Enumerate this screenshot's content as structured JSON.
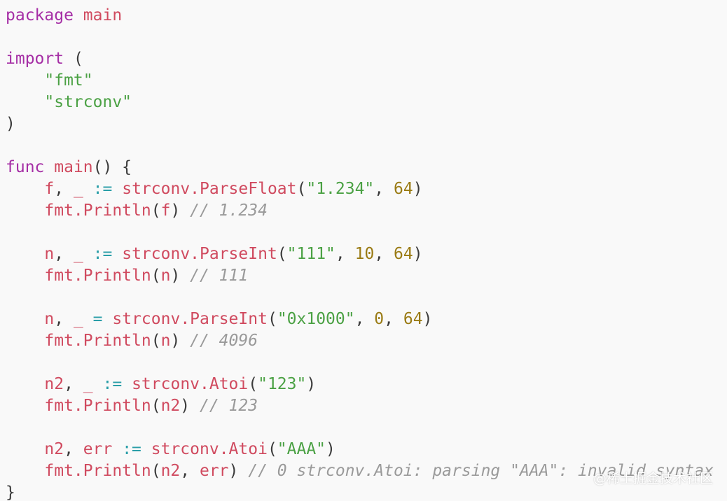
{
  "colors": {
    "background": "#f9f9f9",
    "keyword": "#a52ea5",
    "identifier": "#d04a5f",
    "string": "#4ba144",
    "number": "#9a7b14",
    "comment": "#9a9a9a",
    "operator": "#2a9ea8",
    "punctuation": "#3b3b3b"
  },
  "code": {
    "lines": [
      [
        {
          "t": "keyword",
          "v": "package"
        },
        {
          "t": "punct",
          "v": " "
        },
        {
          "t": "ident",
          "v": "main"
        }
      ],
      [],
      [
        {
          "t": "keyword",
          "v": "import"
        },
        {
          "t": "punct",
          "v": " ("
        }
      ],
      [
        {
          "t": "punct",
          "v": "    "
        },
        {
          "t": "string",
          "v": "\"fmt\""
        }
      ],
      [
        {
          "t": "punct",
          "v": "    "
        },
        {
          "t": "string",
          "v": "\"strconv\""
        }
      ],
      [
        {
          "t": "punct",
          "v": ")"
        }
      ],
      [],
      [
        {
          "t": "keyword",
          "v": "func"
        },
        {
          "t": "punct",
          "v": " "
        },
        {
          "t": "ident",
          "v": "main"
        },
        {
          "t": "punct",
          "v": "() {"
        }
      ],
      [
        {
          "t": "punct",
          "v": "    "
        },
        {
          "t": "ident",
          "v": "f"
        },
        {
          "t": "punct",
          "v": ", "
        },
        {
          "t": "ident",
          "v": "_"
        },
        {
          "t": "punct",
          "v": " "
        },
        {
          "t": "op",
          "v": ":="
        },
        {
          "t": "punct",
          "v": " "
        },
        {
          "t": "ident",
          "v": "strconv.ParseFloat"
        },
        {
          "t": "punct",
          "v": "("
        },
        {
          "t": "string",
          "v": "\"1.234\""
        },
        {
          "t": "punct",
          "v": ", "
        },
        {
          "t": "number",
          "v": "64"
        },
        {
          "t": "punct",
          "v": ")"
        }
      ],
      [
        {
          "t": "punct",
          "v": "    "
        },
        {
          "t": "ident",
          "v": "fmt.Println"
        },
        {
          "t": "punct",
          "v": "("
        },
        {
          "t": "ident",
          "v": "f"
        },
        {
          "t": "punct",
          "v": ") "
        },
        {
          "t": "comment",
          "v": "// 1.234"
        }
      ],
      [],
      [
        {
          "t": "punct",
          "v": "    "
        },
        {
          "t": "ident",
          "v": "n"
        },
        {
          "t": "punct",
          "v": ", "
        },
        {
          "t": "ident",
          "v": "_"
        },
        {
          "t": "punct",
          "v": " "
        },
        {
          "t": "op",
          "v": ":="
        },
        {
          "t": "punct",
          "v": " "
        },
        {
          "t": "ident",
          "v": "strconv.ParseInt"
        },
        {
          "t": "punct",
          "v": "("
        },
        {
          "t": "string",
          "v": "\"111\""
        },
        {
          "t": "punct",
          "v": ", "
        },
        {
          "t": "number",
          "v": "10"
        },
        {
          "t": "punct",
          "v": ", "
        },
        {
          "t": "number",
          "v": "64"
        },
        {
          "t": "punct",
          "v": ")"
        }
      ],
      [
        {
          "t": "punct",
          "v": "    "
        },
        {
          "t": "ident",
          "v": "fmt.Println"
        },
        {
          "t": "punct",
          "v": "("
        },
        {
          "t": "ident",
          "v": "n"
        },
        {
          "t": "punct",
          "v": ") "
        },
        {
          "t": "comment",
          "v": "// 111"
        }
      ],
      [],
      [
        {
          "t": "punct",
          "v": "    "
        },
        {
          "t": "ident",
          "v": "n"
        },
        {
          "t": "punct",
          "v": ", "
        },
        {
          "t": "ident",
          "v": "_"
        },
        {
          "t": "punct",
          "v": " "
        },
        {
          "t": "op",
          "v": "="
        },
        {
          "t": "punct",
          "v": " "
        },
        {
          "t": "ident",
          "v": "strconv.ParseInt"
        },
        {
          "t": "punct",
          "v": "("
        },
        {
          "t": "string",
          "v": "\"0x1000\""
        },
        {
          "t": "punct",
          "v": ", "
        },
        {
          "t": "number",
          "v": "0"
        },
        {
          "t": "punct",
          "v": ", "
        },
        {
          "t": "number",
          "v": "64"
        },
        {
          "t": "punct",
          "v": ")"
        }
      ],
      [
        {
          "t": "punct",
          "v": "    "
        },
        {
          "t": "ident",
          "v": "fmt.Println"
        },
        {
          "t": "punct",
          "v": "("
        },
        {
          "t": "ident",
          "v": "n"
        },
        {
          "t": "punct",
          "v": ") "
        },
        {
          "t": "comment",
          "v": "// 4096"
        }
      ],
      [],
      [
        {
          "t": "punct",
          "v": "    "
        },
        {
          "t": "ident",
          "v": "n2"
        },
        {
          "t": "punct",
          "v": ", "
        },
        {
          "t": "ident",
          "v": "_"
        },
        {
          "t": "punct",
          "v": " "
        },
        {
          "t": "op",
          "v": ":="
        },
        {
          "t": "punct",
          "v": " "
        },
        {
          "t": "ident",
          "v": "strconv.Atoi"
        },
        {
          "t": "punct",
          "v": "("
        },
        {
          "t": "string",
          "v": "\"123\""
        },
        {
          "t": "punct",
          "v": ")"
        }
      ],
      [
        {
          "t": "punct",
          "v": "    "
        },
        {
          "t": "ident",
          "v": "fmt.Println"
        },
        {
          "t": "punct",
          "v": "("
        },
        {
          "t": "ident",
          "v": "n2"
        },
        {
          "t": "punct",
          "v": ") "
        },
        {
          "t": "comment",
          "v": "// 123"
        }
      ],
      [],
      [
        {
          "t": "punct",
          "v": "    "
        },
        {
          "t": "ident",
          "v": "n2"
        },
        {
          "t": "punct",
          "v": ", "
        },
        {
          "t": "ident",
          "v": "err"
        },
        {
          "t": "punct",
          "v": " "
        },
        {
          "t": "op",
          "v": ":="
        },
        {
          "t": "punct",
          "v": " "
        },
        {
          "t": "ident",
          "v": "strconv.Atoi"
        },
        {
          "t": "punct",
          "v": "("
        },
        {
          "t": "string",
          "v": "\"AAA\""
        },
        {
          "t": "punct",
          "v": ")"
        }
      ],
      [
        {
          "t": "punct",
          "v": "    "
        },
        {
          "t": "ident",
          "v": "fmt.Println"
        },
        {
          "t": "punct",
          "v": "("
        },
        {
          "t": "ident",
          "v": "n2"
        },
        {
          "t": "punct",
          "v": ", "
        },
        {
          "t": "ident",
          "v": "err"
        },
        {
          "t": "punct",
          "v": ") "
        },
        {
          "t": "comment",
          "v": "// 0 strconv.Atoi: parsing \"AAA\": invalid syntax"
        }
      ],
      [
        {
          "t": "punct",
          "v": "}"
        }
      ]
    ]
  },
  "watermark": {
    "text": "@稀土掘金技术社区"
  }
}
